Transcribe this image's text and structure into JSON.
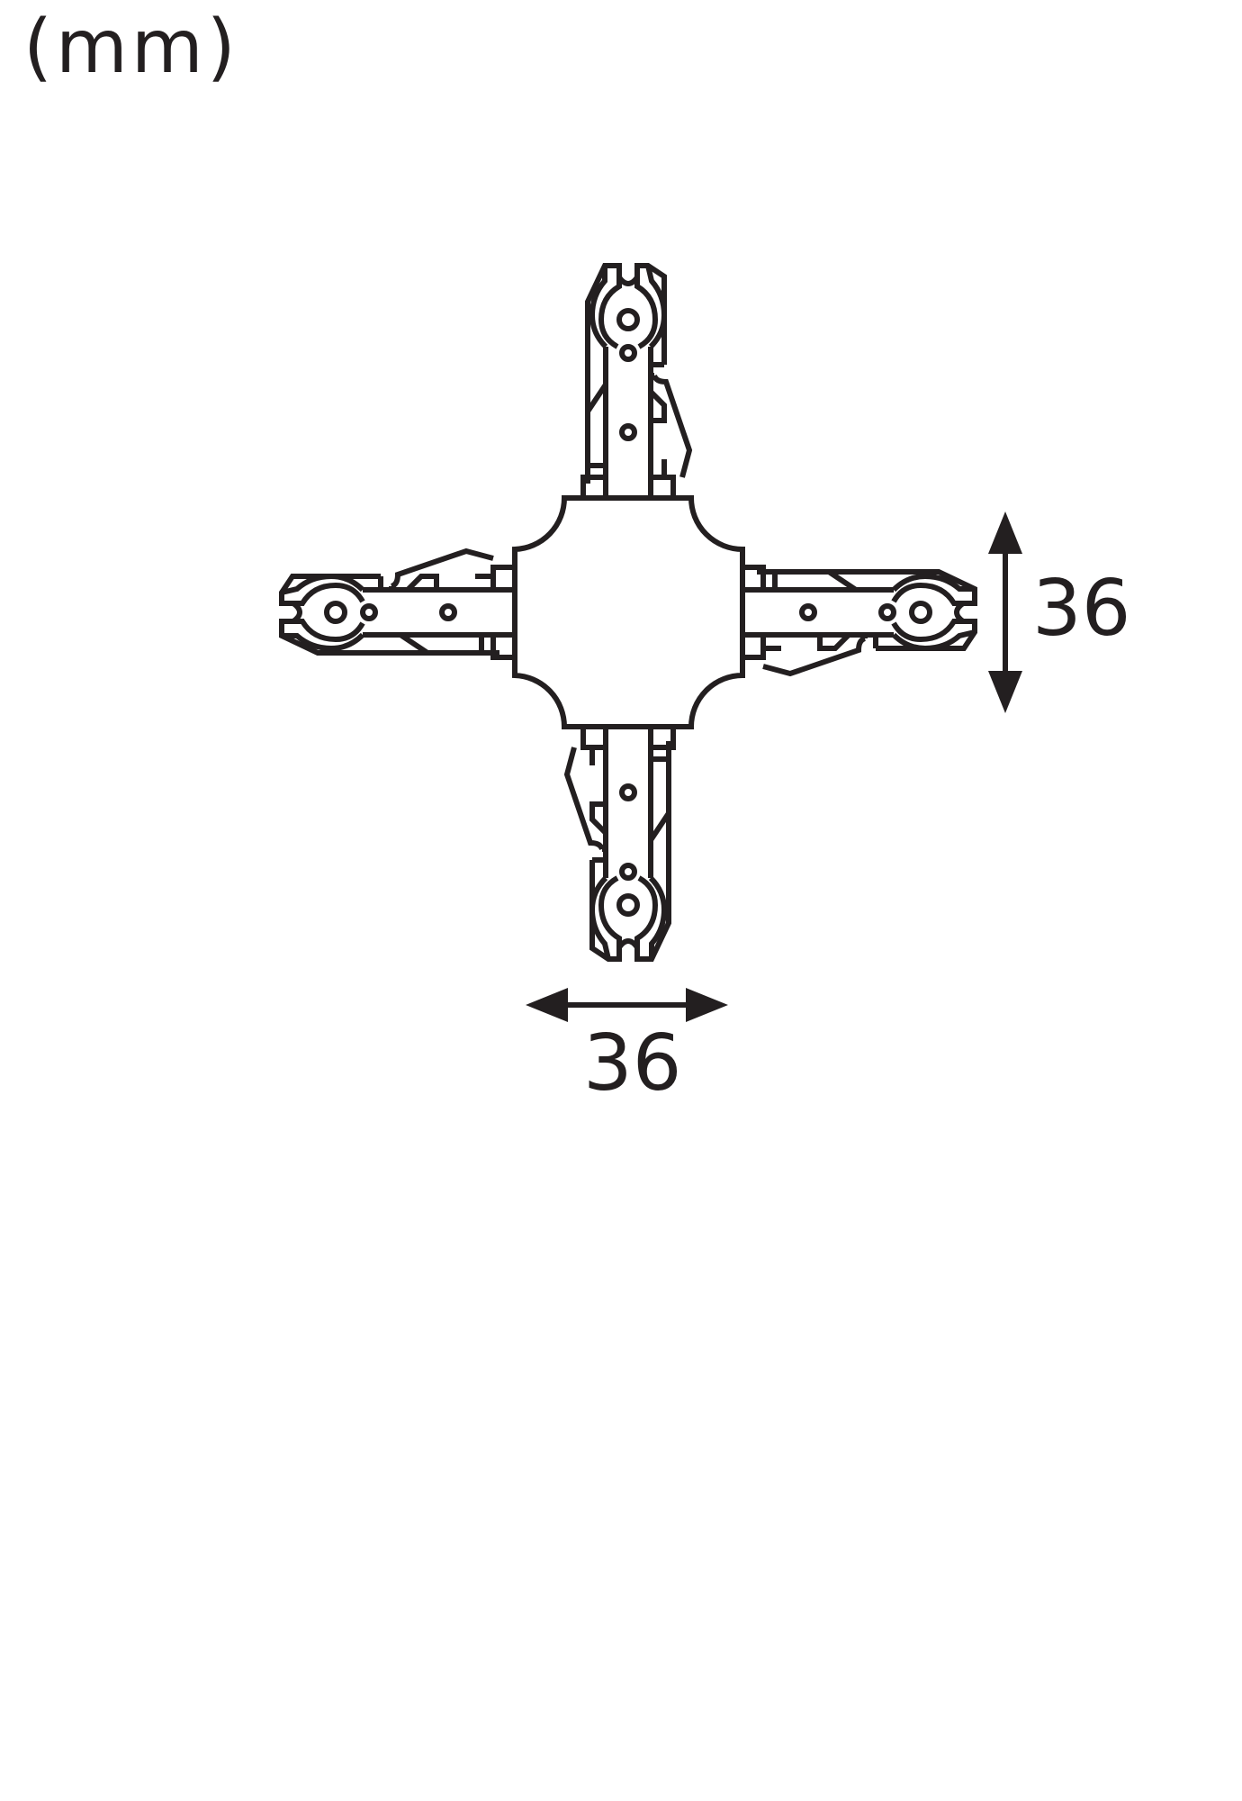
{
  "unit_label": "(mm)",
  "dimensions": {
    "height": {
      "value": "36",
      "orientation": "vertical"
    },
    "width": {
      "value": "36",
      "orientation": "horizontal"
    }
  },
  "component": {
    "name": "Track X-connector (4-way cross joint)",
    "arms": [
      "top",
      "right",
      "bottom",
      "left"
    ]
  },
  "colors": {
    "line": "#231f20",
    "background": "#ffffff"
  }
}
